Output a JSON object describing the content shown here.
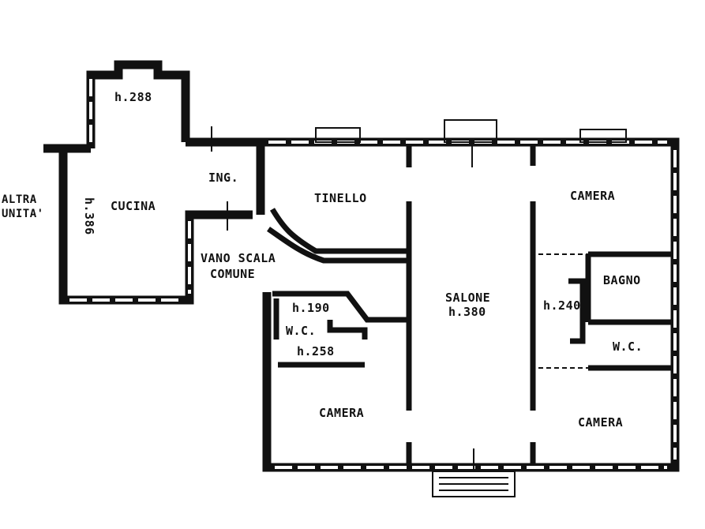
{
  "rooms": {
    "cucina": "CUCINA",
    "tinello": "TINELLO",
    "camera_top": "CAMERA",
    "bagno": "BAGNO",
    "salone": "SALONE",
    "wc_left": "W.C.",
    "wc_right": "W.C.",
    "camera_bottom_left": "CAMERA",
    "camera_bottom_right": "CAMERA",
    "ingresso": "ING.",
    "vano_scala_1": "VANO SCALA",
    "vano_scala_2": "COMUNE",
    "altra_unita_1": "ALTRA",
    "altra_unita_2": "UNITA'"
  },
  "heights": {
    "cucina_top": "h.288",
    "cucina_side": "h.386",
    "wc_left_top": "h.190",
    "wc_left_bottom": "h.258",
    "salone": "h.380",
    "bagno_side": "h.240"
  }
}
